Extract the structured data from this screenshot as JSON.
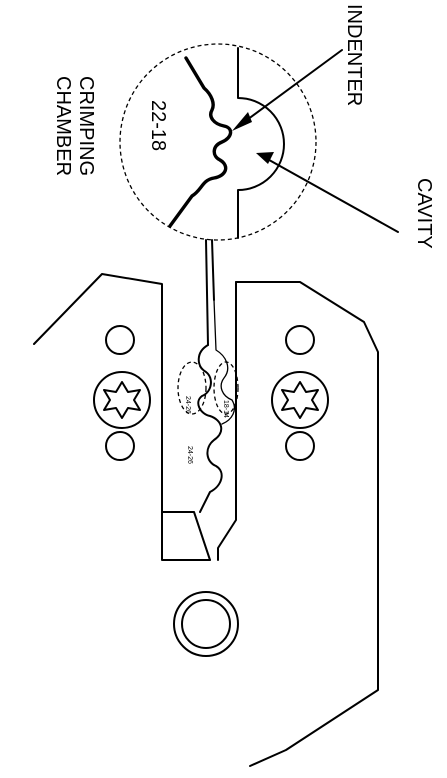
{
  "labels": {
    "crimping_chamber_line1": "CRIMPING",
    "crimping_chamber_line2": "CHAMBER",
    "gauge_range": "22-18",
    "indenter": "INDENTER",
    "cavity": "CAVITY"
  },
  "colors": {
    "ink": "#000000",
    "background": "#ffffff"
  }
}
